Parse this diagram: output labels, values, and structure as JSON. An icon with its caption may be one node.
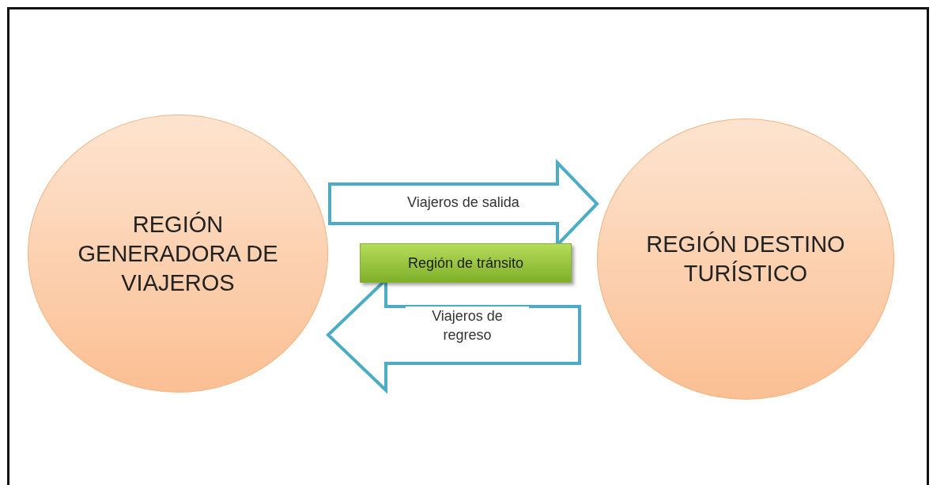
{
  "diagram": {
    "nodes": [
      {
        "text": [
          "REGIÓN GENERADORA DE VIAJEROS"
        ]
      },
      {
        "text": [
          "REGIÓN DESTINO TURÍSTICO"
        ]
      },
      {
        "text": [
          "Región de tránsito"
        ]
      }
    ],
    "edges": [
      {
        "from": 0,
        "to": 1,
        "arrow": "to",
        "label": "Viajeros de salida"
      },
      {
        "from": 1,
        "to": 0,
        "arrow": "to",
        "label": "Viajeros de regreso"
      }
    ]
  }
}
